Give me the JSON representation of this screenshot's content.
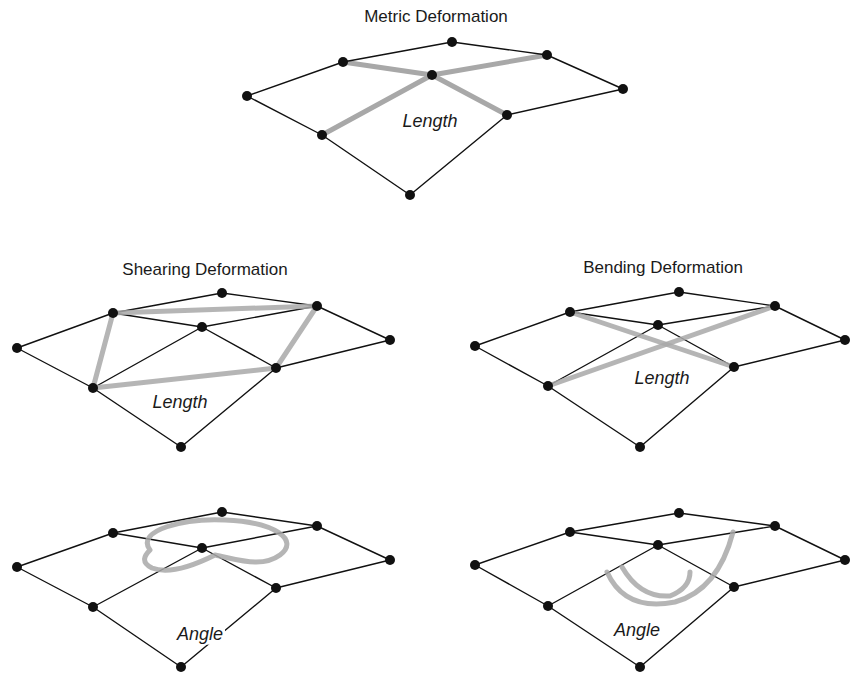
{
  "diagram": {
    "labels": [
      "Metric Deformation",
      "Length",
      "Shearing Deformation",
      "Bending Deformation",
      "Length",
      "Length",
      "Angle",
      "Angle"
    ]
  }
}
